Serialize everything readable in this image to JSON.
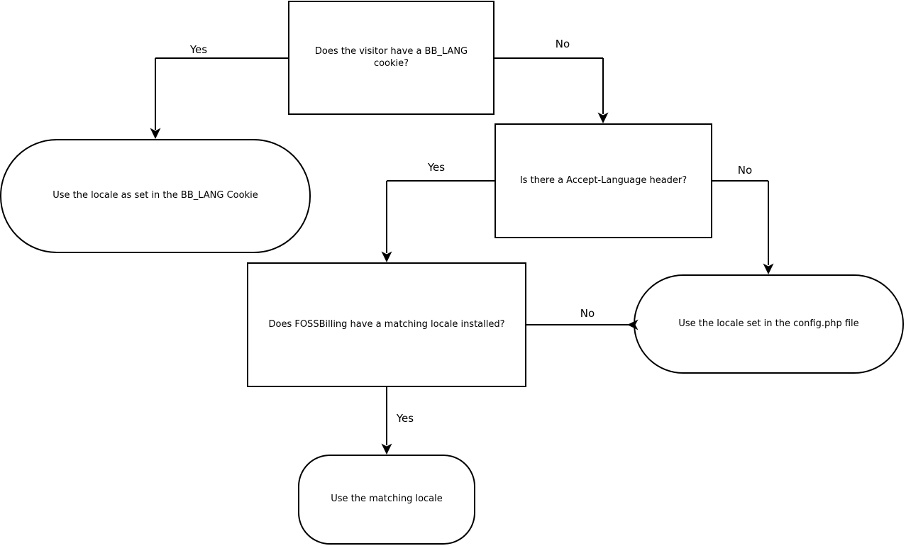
{
  "diagram": {
    "nodes": {
      "q_cookie": {
        "label": "Does the visitor have a BB_LANG cookie?",
        "shape": "rectangle"
      },
      "use_cookie": {
        "label": "Use the locale as set in the BB_LANG Cookie",
        "shape": "stadium"
      },
      "q_header": {
        "label": "Is there a Accept-Language header?",
        "shape": "rectangle"
      },
      "q_matching": {
        "label": "Does FOSSBilling have a matching locale installed?",
        "shape": "rectangle"
      },
      "use_config": {
        "label": "Use the locale set in the config.php file",
        "shape": "stadium"
      },
      "use_matching": {
        "label": "Use the matching locale",
        "shape": "stadium"
      }
    },
    "edges": {
      "cookie_yes": {
        "label": "Yes"
      },
      "cookie_no": {
        "label": "No"
      },
      "header_yes": {
        "label": "Yes"
      },
      "header_no": {
        "label": "No"
      },
      "matching_no": {
        "label": "No"
      },
      "matching_yes": {
        "label": "Yes"
      }
    },
    "colors": {
      "stroke": "#000000",
      "text": "#000000",
      "background": "#ffffff"
    }
  }
}
